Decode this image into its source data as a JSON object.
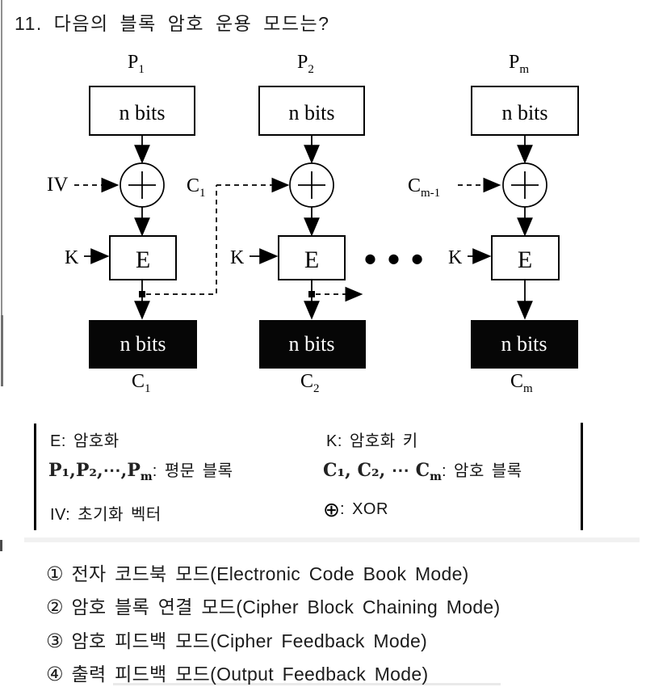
{
  "question": {
    "number_and_text": "11. 다음의 블록 암호 운용 모드는?"
  },
  "diagram": {
    "block_label": "n bits",
    "encrypt_label": "E",
    "key_label": "K",
    "iv_label": "IV",
    "ellipsis": "● ● ●",
    "plaintext": [
      {
        "base": "P",
        "sub": "1"
      },
      {
        "base": "P",
        "sub": "2"
      },
      {
        "base": "P",
        "sub": "m"
      }
    ],
    "ciphertext": [
      {
        "base": "C",
        "sub": "1"
      },
      {
        "base": "C",
        "sub": "2"
      },
      {
        "base": "C",
        "sub": "m"
      }
    ],
    "chain": [
      {
        "base": "C",
        "sub": "1"
      },
      {
        "base": "C",
        "sub": "m-1"
      }
    ],
    "colors": {
      "box_fill": "#060606",
      "line": "#000000",
      "background": "#ffffff"
    }
  },
  "legend": {
    "e": "E: 암호화",
    "k": "K: 암호화 키",
    "p_head": "P₁,P₂,⋯,P",
    "p_msub": "m",
    "p_desc": ": 평문 블록",
    "c_head": "C₁, C₂, ⋯ C",
    "c_msub": "m",
    "c_desc": ": 암호 블록",
    "iv": "IV: 초기화 벡터",
    "xor_sym": "⊕",
    "xor_desc": ": XOR"
  },
  "options": [
    {
      "num": "①",
      "text": "전자 코드북 모드(Electronic Code Book Mode)"
    },
    {
      "num": "②",
      "text": "암호 블록 연결 모드(Cipher Block Chaining Mode)"
    },
    {
      "num": "③",
      "text": "암호 피드백 모드(Cipher Feedback Mode)"
    },
    {
      "num": "④",
      "text": "출력 피드백 모드(Output Feedback Mode)"
    }
  ]
}
